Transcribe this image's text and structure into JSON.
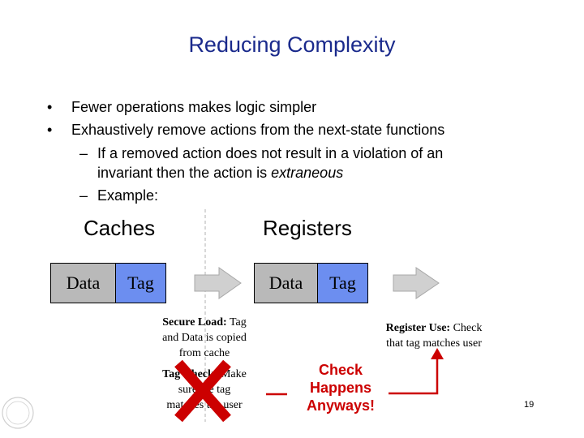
{
  "title": "Reducing Complexity",
  "bullets": [
    {
      "marker": "•",
      "text": "Fewer operations makes logic simpler"
    },
    {
      "marker": "•",
      "text": "Exhaustively remove actions from the next-state functions"
    }
  ],
  "subbullets": [
    {
      "marker": "–",
      "line1": "If a removed action does not result in a violation of an",
      "line2_plain": "invariant then the action is ",
      "line2_italic": "extraneous"
    },
    {
      "marker": "–",
      "line1": "Example:"
    }
  ],
  "diagram": {
    "caches_label": "Caches",
    "registers_label": "Registers",
    "cache_data": "Data",
    "cache_tag": "Tag",
    "reg_data": "Data",
    "reg_tag": "Tag",
    "secure_load": {
      "bold": "Secure Load:",
      "rest": " Tag",
      "line2": "and Data is copied",
      "line3": "from cache"
    },
    "tag_check": {
      "bold": "Tag Check:",
      "rest": " Make",
      "line2": "sure the tag",
      "line3": "matches the user"
    },
    "register_use": {
      "bold": "Register Use:",
      "rest": " Check",
      "line2": "that tag matches user"
    },
    "check_happens": [
      "Check",
      "Happens",
      "Anyways!"
    ]
  },
  "colors": {
    "title": "#1a2a8c",
    "data_box": "#b9b9b9",
    "tag_box": "#6c8ef0",
    "arrow": "#d0d0d0",
    "accent_red": "#cc0000"
  },
  "page_number": "19"
}
